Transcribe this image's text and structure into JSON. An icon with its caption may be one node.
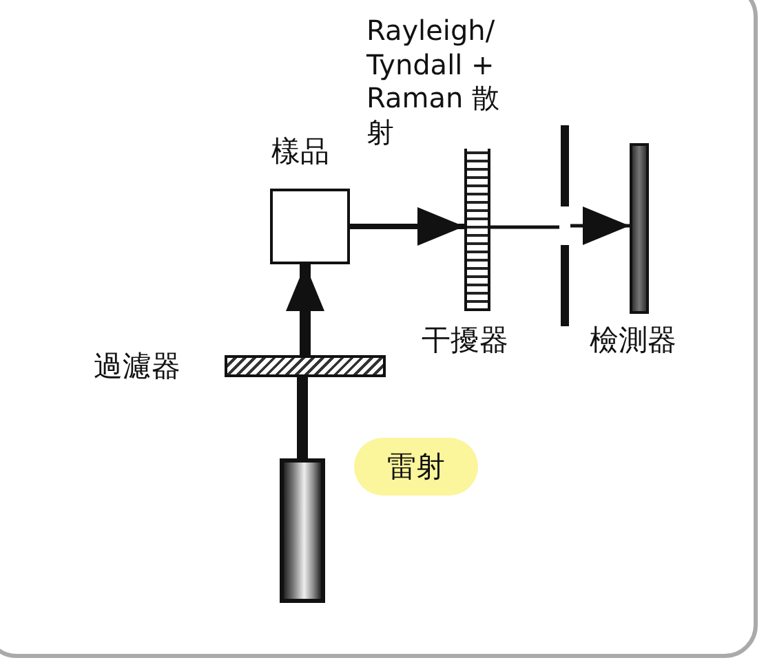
{
  "diagram": {
    "nodes": [
      {
        "text": [],
        "shape": "cylinder",
        "beside": [
          "雷射"
        ]
      },
      {
        "text": [
          "過濾器"
        ]
      },
      {
        "text": [
          "樣品"
        ]
      },
      {
        "text": [
          "干擾器"
        ]
      },
      {
        "text": [],
        "shape": "bar"
      },
      {
        "text": [
          "檢測器"
        ]
      }
    ],
    "edges": [
      {
        "from": 0,
        "to": 1,
        "arrow": "none",
        "style": "thick"
      },
      {
        "from": 1,
        "to": 2,
        "arrow": "to",
        "style": "thick"
      },
      {
        "from": 2,
        "to": 3,
        "arrow": "to",
        "label": "Rayleigh/ Tyndall + Raman 散射"
      },
      {
        "from": 3,
        "to": 4,
        "arrow": "none"
      },
      {
        "from": 4,
        "to": 5,
        "arrow": "to"
      }
    ]
  }
}
